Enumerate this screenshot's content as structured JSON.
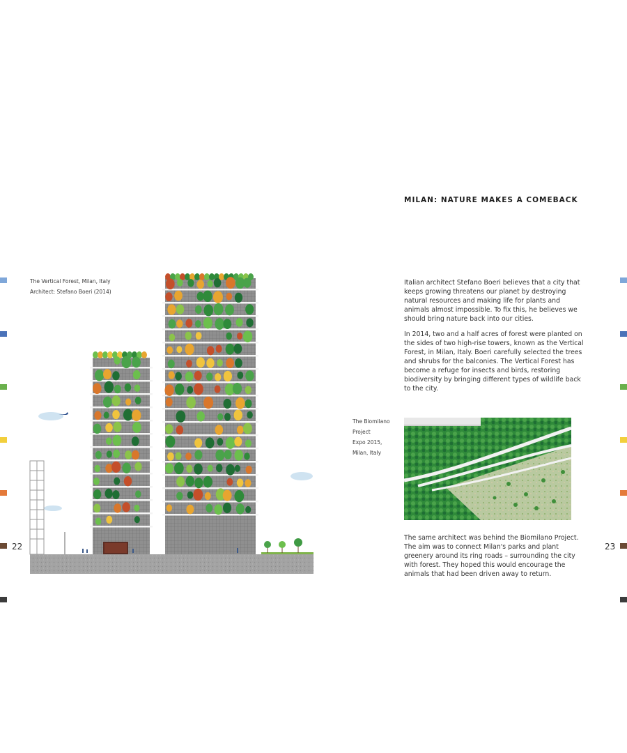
{
  "left_page": {
    "page_number": "22",
    "caption_line1": "The Vertical Forest, Milan, Italy",
    "caption_line2": "Architect: Stefano Boeri (2014)"
  },
  "right_page": {
    "page_number": "23",
    "title": "MILAN: NATURE MAKES A COMEBACK",
    "paragraph1": "Italian architect Stefano Boeri believes that a city that keeps growing threatens our planet by destroying natural resources and making life for plants and animals almost impossible. To fix this, he believes we should bring nature back into our cities.",
    "paragraph2": "In 2014, two and a half acres of forest were planted on the sides of two high-rise towers, known as the Vertical Forest, in Milan, Italy. Boeri carefully selected the trees and shrubs for the balconies. The Vertical Forest has become a refuge for insects and birds, restoring biodiversity by bringing different types of wildlife back to the city.",
    "caption_lines": [
      "The Biomilano",
      "Project",
      "Expo 2015,",
      "Milan, Italy"
    ],
    "paragraph3": "The same architect was behind the Biomilano Project. The aim was to connect Milan's parks and plant greenery around its ring roads – surrounding the city with forest. They hoped this would encourage the animals that had been driven away to return."
  },
  "edge_tab_colors": [
    "#7fa7d9",
    "#4a72b8",
    "#6ab04c",
    "#f2cf3c",
    "#e47a3a",
    "#6b4a34",
    "#3c3c3c"
  ],
  "illustration_colors": {
    "tower": "#8e8e8e",
    "ground": "#9a9a9a",
    "tree_greens": [
      "#2f8a3a",
      "#4aa34a",
      "#6cbf4d",
      "#1f6e34",
      "#8bc34a"
    ],
    "tree_autumn": [
      "#e8a530",
      "#d9772b",
      "#c44f2a",
      "#f0c43e"
    ]
  }
}
